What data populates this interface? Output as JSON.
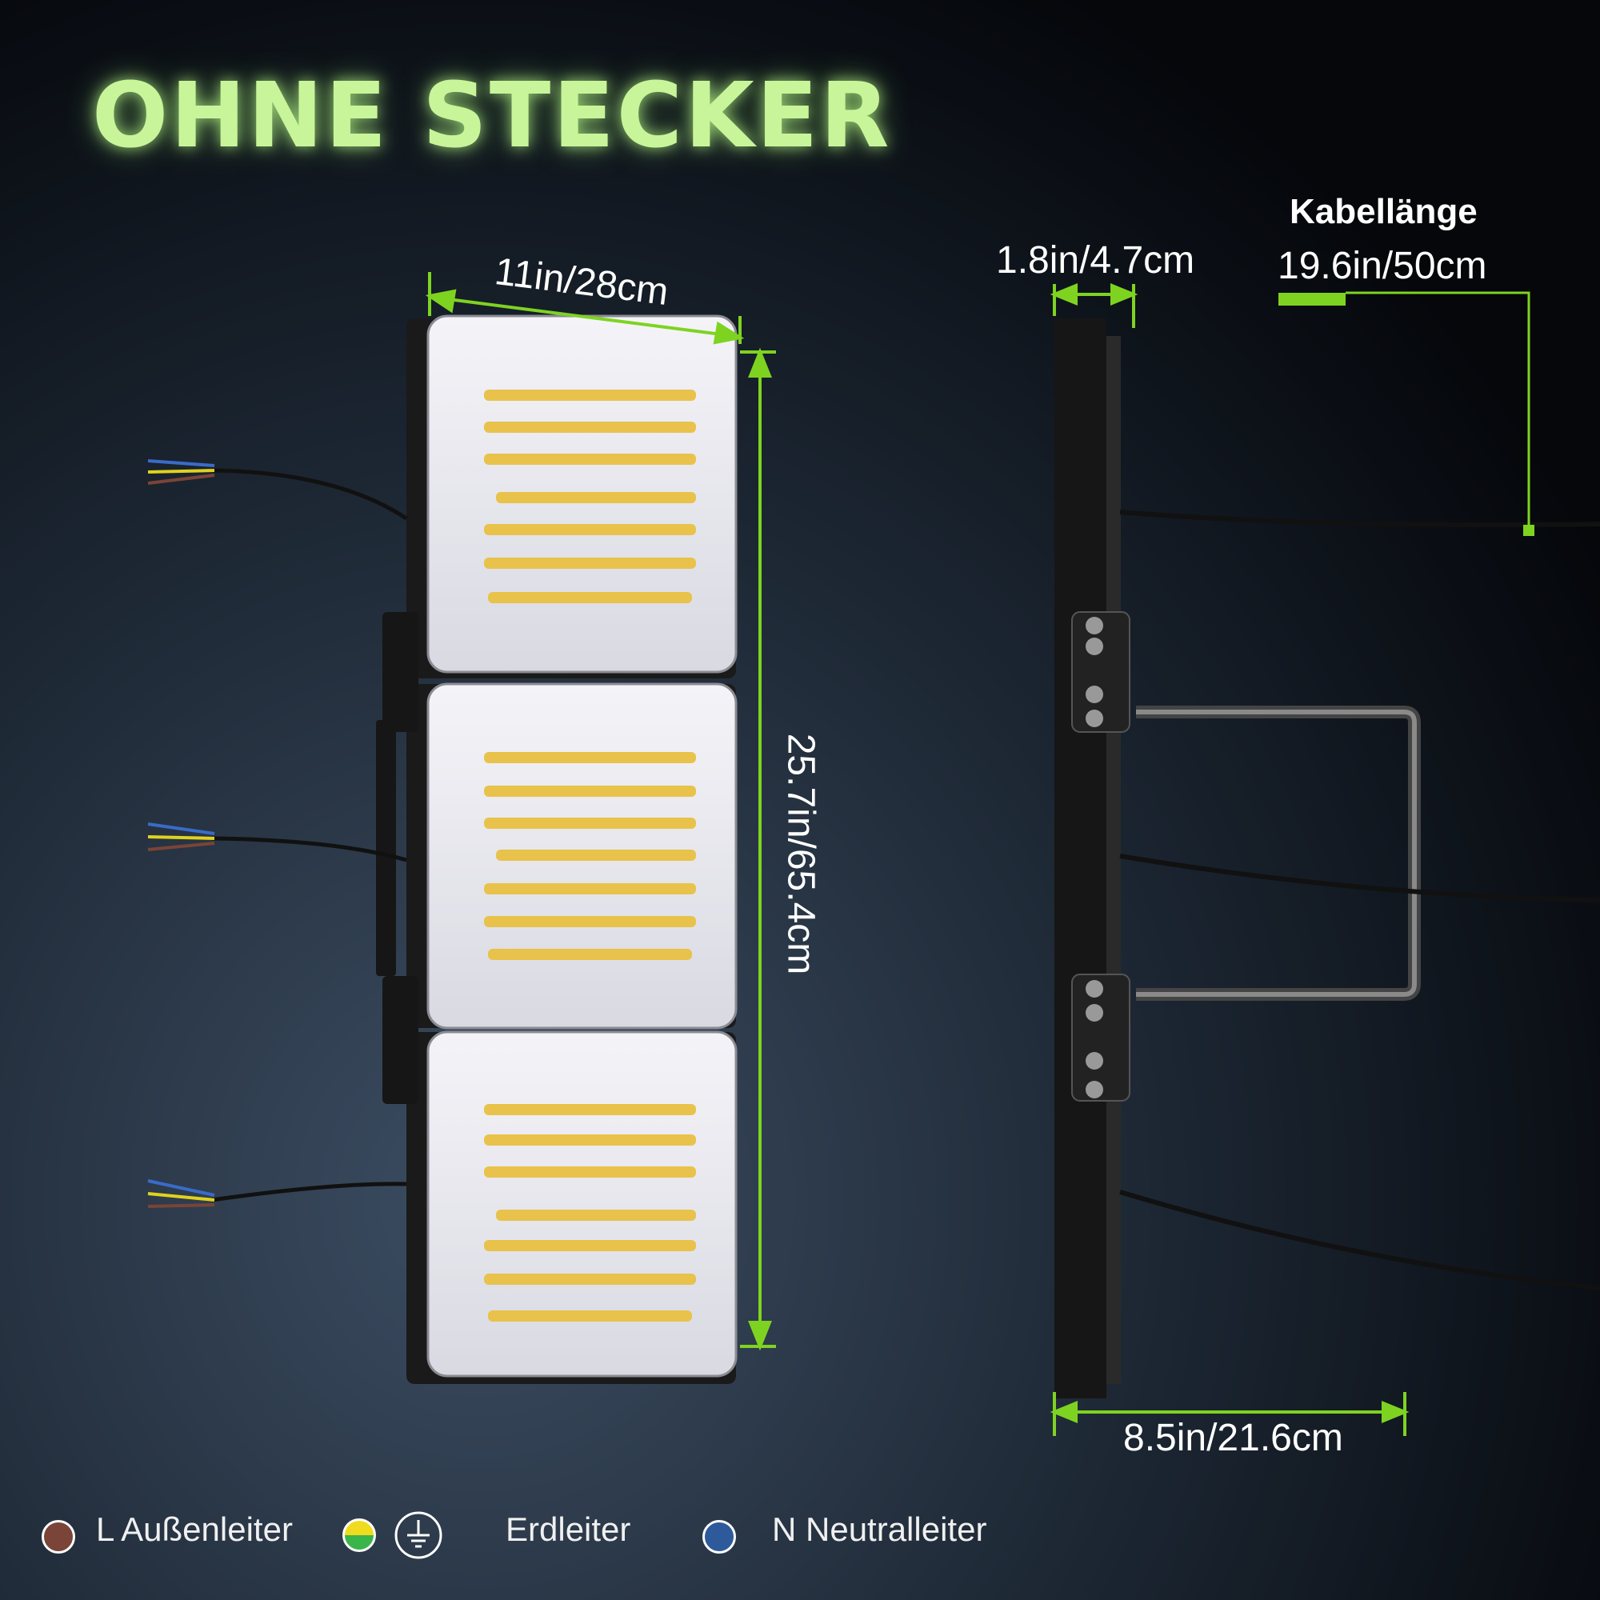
{
  "title": "OHNE STECKER",
  "dimensions": {
    "width": "11in/28cm",
    "height": "25.7in/65.4cm",
    "depth": "1.8in/4.7cm",
    "bracket": "8.5in/21.6cm",
    "cable_label": "Kabellänge",
    "cable_length": "19.6in/50cm"
  },
  "legend": [
    {
      "label": "L Außenleiter",
      "color": "#7a4438"
    },
    {
      "label": "Erdleiter",
      "color": "#f0dc1e",
      "color2": "#39b54a",
      "icon": "ground-icon"
    },
    {
      "label": "N Neutralleiter",
      "color": "#2e5a9c"
    }
  ],
  "colors": {
    "accent": "#7ed321",
    "title": "#c9f59a"
  }
}
